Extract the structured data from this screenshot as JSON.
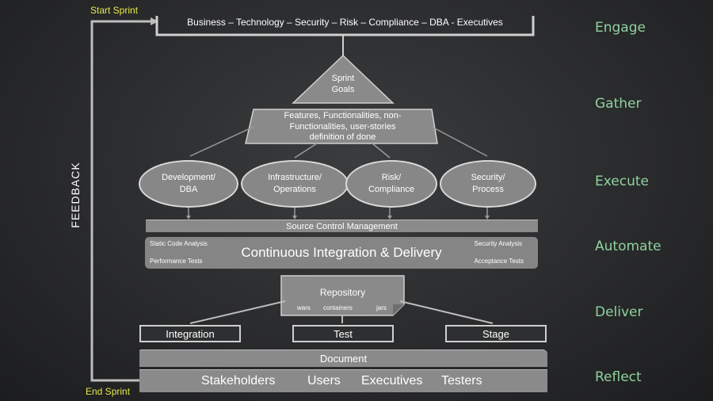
{
  "sprint": {
    "start": "Start Sprint",
    "end": "End Sprint",
    "feedback": "FEEDBACK"
  },
  "header": {
    "stakeholders": "Business – Technology – Security – Risk – Compliance – DBA - Executives"
  },
  "phases": [
    "Engage",
    "Gather",
    "Execute",
    "Automate",
    "Deliver",
    "Reflect"
  ],
  "sprint_goals": {
    "line1": "Sprint",
    "line2": "Goals"
  },
  "features": {
    "line1": "Features, Functionalities, non-",
    "line2": "Functionalities, user-stories",
    "line3": "definition of done"
  },
  "execute_items": [
    {
      "line1": "Development/",
      "line2": "DBA"
    },
    {
      "line1": "Infrastructure/",
      "line2": "Operations"
    },
    {
      "line1": "Risk/",
      "line2": "Compliance"
    },
    {
      "line1": "Security/",
      "line2": "Process"
    }
  ],
  "scm": "Source Control Management",
  "ci": {
    "title": "Continuous Integration & Delivery",
    "static": "Static Code Analysis",
    "performance": "Performance Tests",
    "security": "Security Analysis",
    "acceptance": "Acceptance Tests"
  },
  "repository": {
    "title": "Repository",
    "wars": "wars",
    "containers": "containers",
    "jars": "jars"
  },
  "environments": [
    "Integration",
    "Test",
    "Stage"
  ],
  "document": "Document",
  "audience": [
    "Stakeholders",
    "Users",
    "Executives",
    "Testers"
  ],
  "colors": {
    "phase": "#8fd19e",
    "sprint_label": "#e8e84a",
    "box": "#8a8a8a",
    "line": "#bdbdbd"
  }
}
